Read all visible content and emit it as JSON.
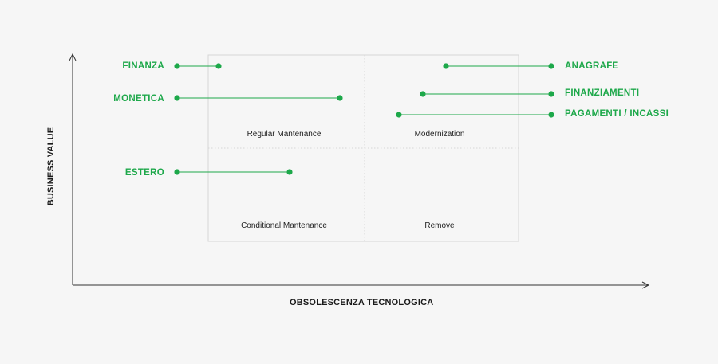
{
  "axes": {
    "x_label": "OBSOLESCENZA TECNOLOGICA",
    "y_label": "BUSINESS VALUE"
  },
  "quadrants": {
    "top_left": "Regular Mantenance",
    "top_right": "Modernization",
    "bottom_left": "Conditional Mantenance",
    "bottom_right": "Remove"
  },
  "items": [
    {
      "name": "FINANZA",
      "side": "left"
    },
    {
      "name": "MONETICA",
      "side": "left"
    },
    {
      "name": "ESTERO",
      "side": "left"
    },
    {
      "name": "ANAGRAFE",
      "side": "right"
    },
    {
      "name": "FINANZIAMENTI",
      "side": "right"
    },
    {
      "name": "PAGAMENTI / INCASSI",
      "side": "right"
    }
  ],
  "colors": {
    "accent": "#1da84a",
    "axis": "#333333",
    "grid_box": "#d6d6d6",
    "background": "#f6f6f6"
  }
}
